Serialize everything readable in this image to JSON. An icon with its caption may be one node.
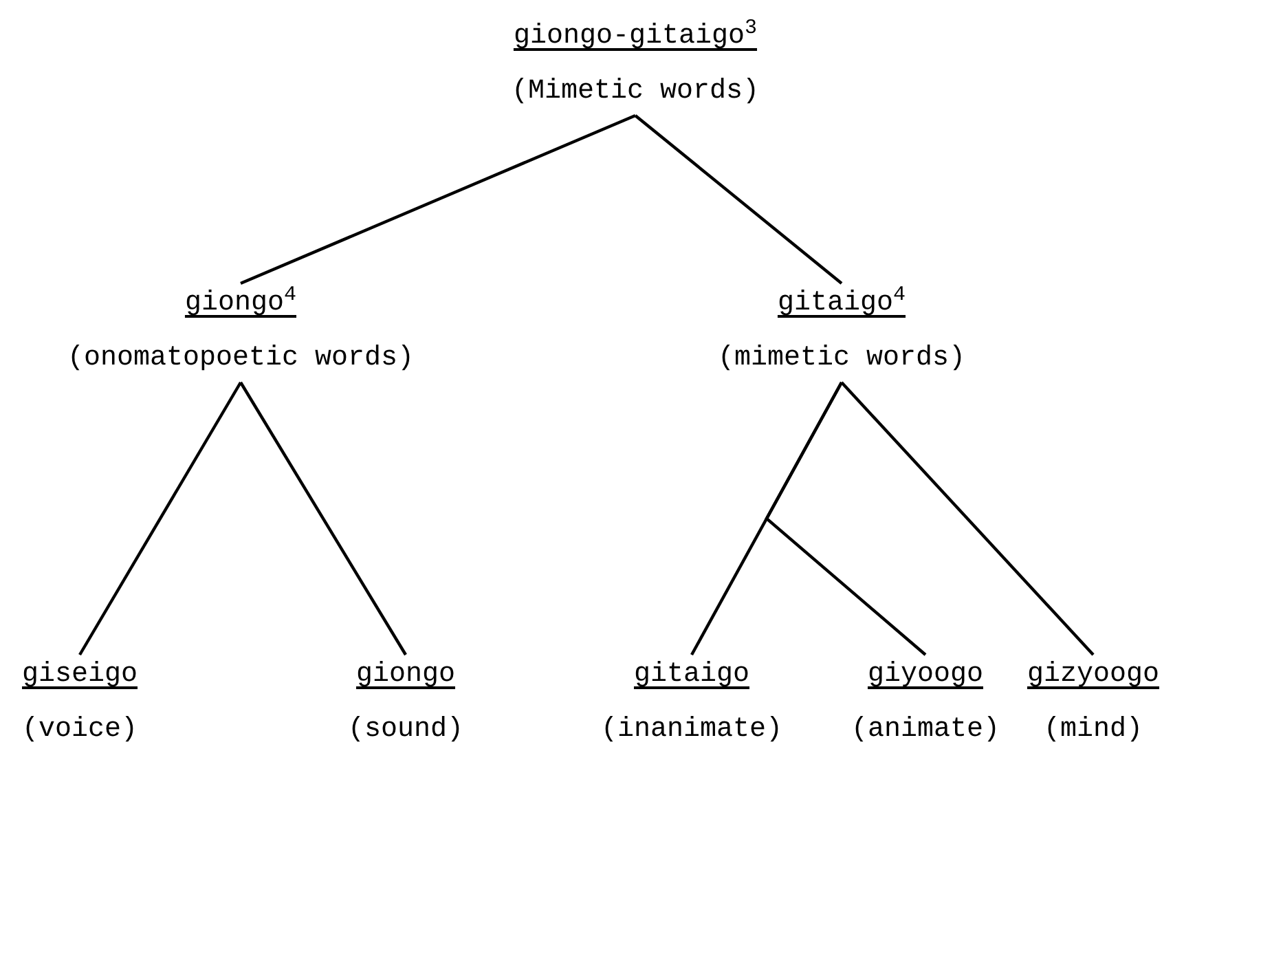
{
  "diagram": {
    "nodes": [
      {
        "text": [
          "giongo-gitaigo$^{3}$",
          "(Mimetic words)"
        ]
      },
      {
        "text": [
          "giongo$^{4}$",
          "(onomatopoetic words)"
        ]
      },
      {
        "text": [
          "gitaigo$^{4}$",
          "(mimetic words)"
        ]
      },
      {
        "text": [
          "giseigo",
          "(voice)"
        ]
      },
      {
        "text": [
          "giongo",
          "(sound)"
        ]
      },
      {
        "text": [
          "gitaigo",
          "(inanimate)"
        ]
      },
      {
        "text": [
          "giyoogo",
          "(animate)"
        ]
      },
      {
        "text": [
          "gizyoogo",
          "(mind)"
        ]
      }
    ],
    "edges": [
      {
        "from": 0,
        "to": 1,
        "arrow": "none"
      },
      {
        "from": 0,
        "to": 2,
        "arrow": "none"
      },
      {
        "from": 1,
        "to": 3,
        "arrow": "none"
      },
      {
        "from": 1,
        "to": 4,
        "arrow": "none"
      },
      {
        "from": 2,
        "to": 5,
        "arrow": "none"
      },
      {
        "from": 2,
        "to": 6,
        "arrow": "none"
      },
      {
        "from": 2,
        "to": 7,
        "arrow": "none"
      }
    ]
  }
}
